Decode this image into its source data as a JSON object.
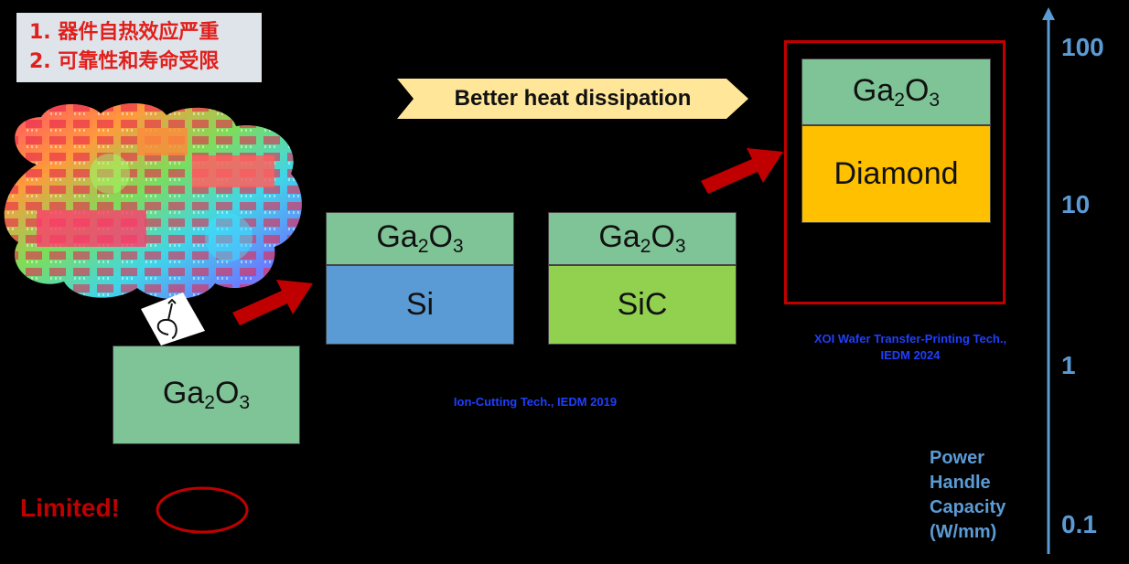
{
  "notes": [
    "1. 器件自热效应严重",
    "2. 可靠性和寿命受限"
  ],
  "banner": {
    "text": "Better heat dissipation"
  },
  "layers": {
    "ga2o3_formula": {
      "base1": "Ga",
      "sub1": "2",
      "base2": "O",
      "sub2": "3"
    },
    "si": "Si",
    "sic": "SiC",
    "diamond": "Diamond"
  },
  "citations": {
    "ion_cutting": "Ion-Cutting Tech., IEDM 2019",
    "xoi_line1": "XOI Wafer Transfer-Printing Tech.,",
    "xoi_line2": "IEDM 2024"
  },
  "limited": "Limited!",
  "axis": {
    "ticks": [
      "100",
      "10",
      "1",
      "0.1"
    ],
    "label_lines": [
      "Power",
      "Handle",
      "Capacity",
      "(W/mm)"
    ],
    "color": "#5b9bd5"
  },
  "colors": {
    "ga2o3": "#7fc497",
    "si": "#5b9bd5",
    "sic": "#92d050",
    "diamond": "#ffc000",
    "highlight": "#c00000",
    "citation": "#1f3fff"
  }
}
